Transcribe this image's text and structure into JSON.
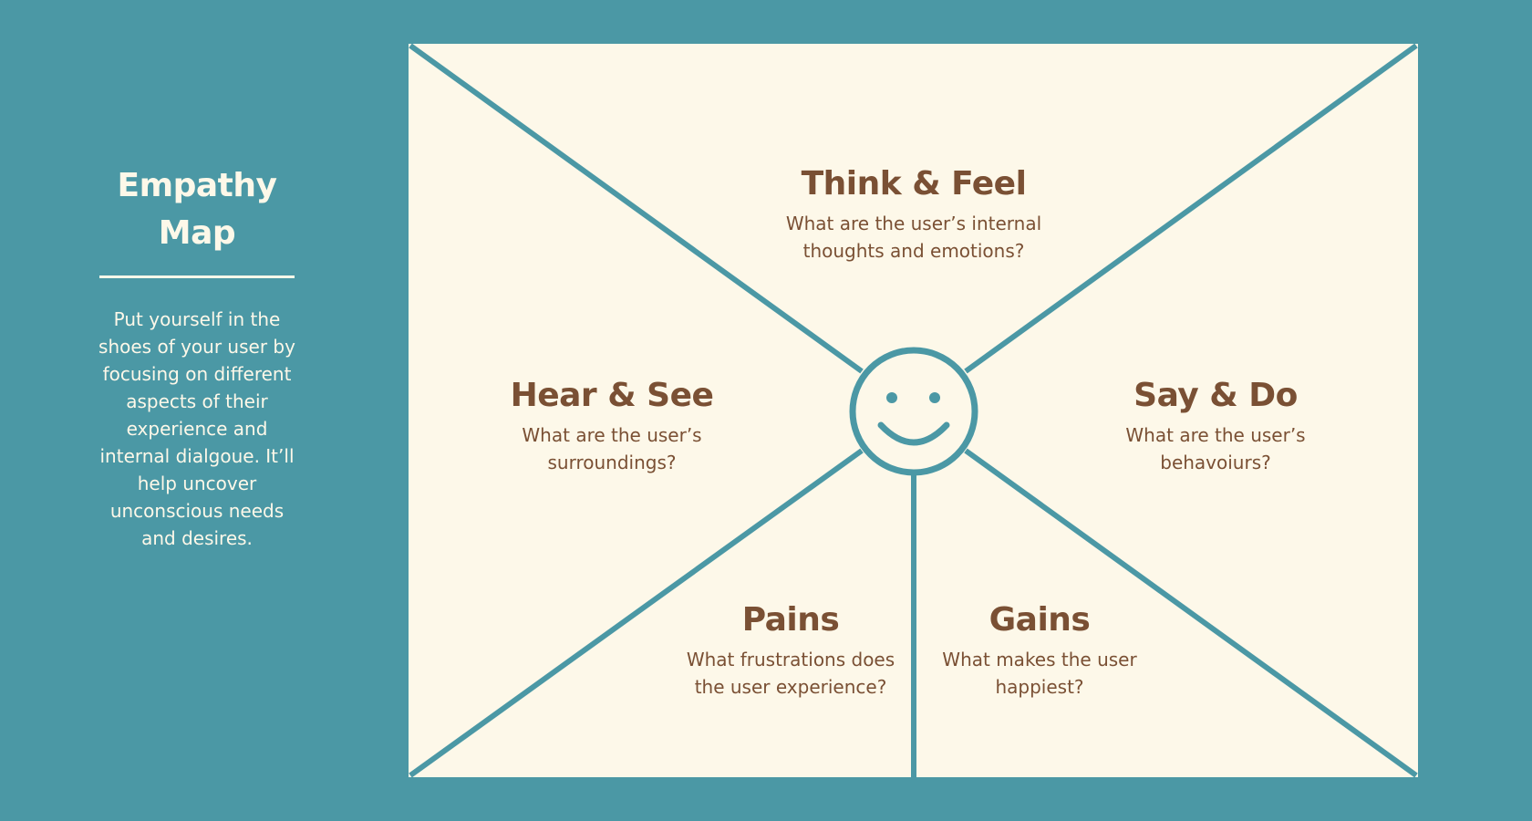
{
  "sidebar": {
    "title": "Empathy Map",
    "description": "Put yourself in the shoes of your user by focusing on different aspects of their experience and internal dialgoue. It’ll help uncover unconscious needs and desires."
  },
  "quadrants": {
    "think_feel": {
      "title": "Think & Feel",
      "line1": "What are the user’s internal",
      "line2": "thoughts and emotions?"
    },
    "hear_see": {
      "title": "Hear & See",
      "line1": "What are the user’s",
      "line2": "surroundings?"
    },
    "say_do": {
      "title": "Say & Do",
      "line1": "What are the user’s",
      "line2": "behavoiurs?"
    },
    "pains": {
      "title": "Pains",
      "line1": "What frustrations does",
      "line2": "the user experience?"
    },
    "gains": {
      "title": "Gains",
      "line1": "What makes the user",
      "line2": "happiest?"
    }
  },
  "colors": {
    "background": "#4b98a5",
    "board": "#fdf8e9",
    "text_brown": "#7a5034",
    "lines": "#4b98a5"
  },
  "center_icon": "smiley-face-icon"
}
